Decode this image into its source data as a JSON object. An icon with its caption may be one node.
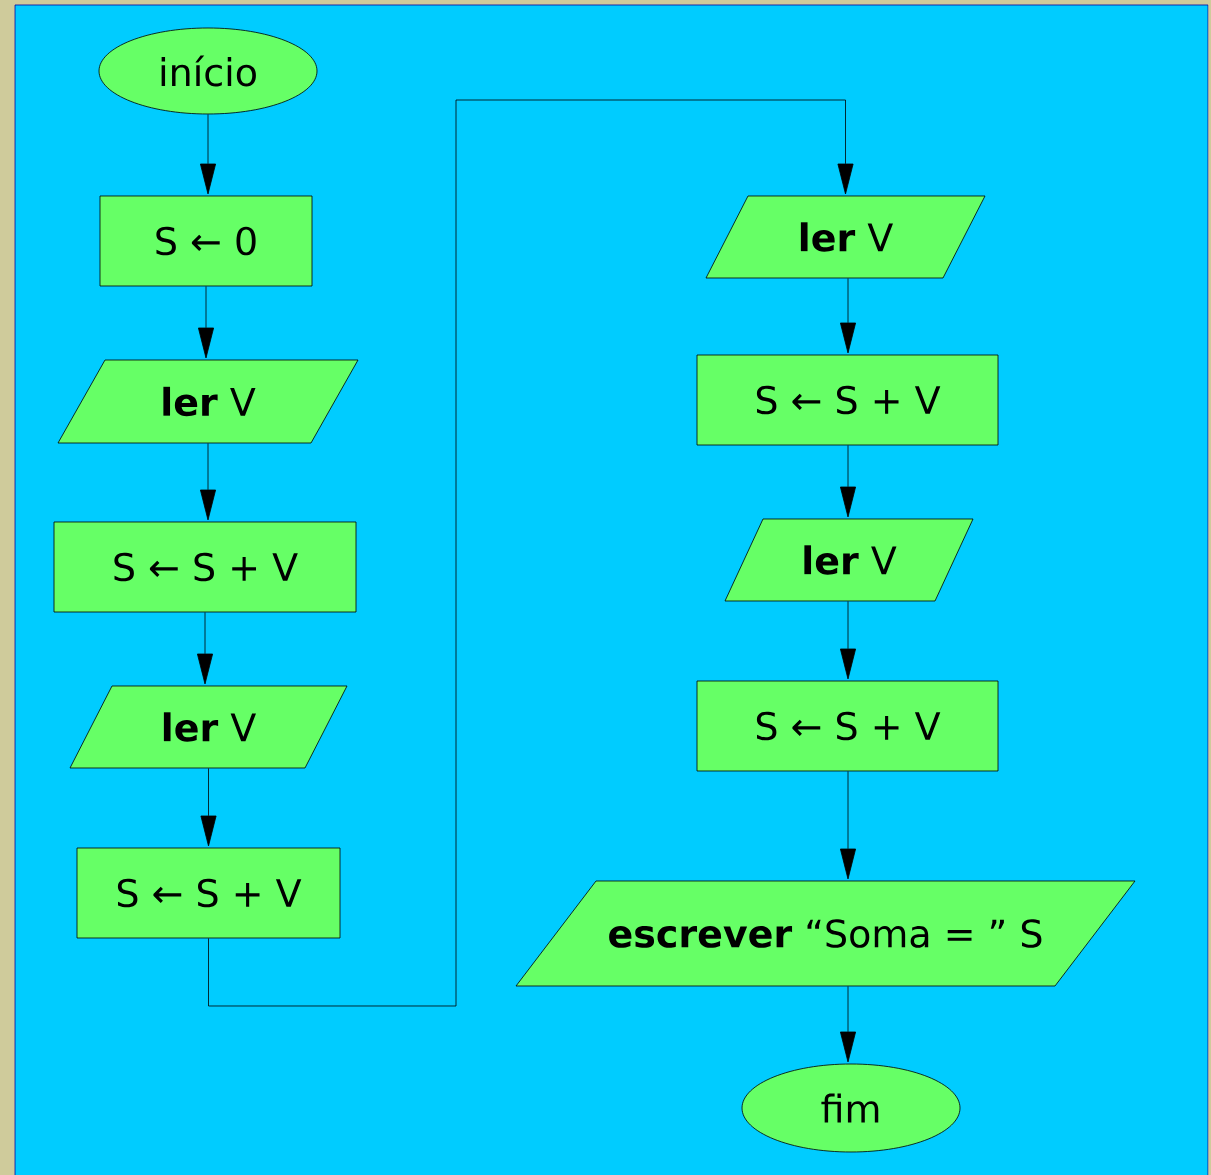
{
  "diagram": {
    "nodes": [
      {
        "text": [
          "início"
        ]
      },
      {
        "text": [
          "S ← 0"
        ]
      },
      {
        "text": [
          "**ler** V"
        ]
      },
      {
        "text": [
          "S ← S + V"
        ]
      },
      {
        "text": [
          "**ler** V"
        ]
      },
      {
        "text": [
          "S ← S + V"
        ]
      },
      {
        "text": [
          "**ler** V"
        ]
      },
      {
        "text": [
          "S ← S + V"
        ]
      },
      {
        "text": [
          "**ler** V"
        ]
      },
      {
        "text": [
          "S ← S + V"
        ]
      },
      {
        "text": [
          "**escrever** “Soma = ” S"
        ]
      },
      {
        "text": [
          "fim"
        ]
      }
    ],
    "edges": [
      {
        "from": 0,
        "to": 1,
        "arrow": "to"
      },
      {
        "from": 1,
        "to": 2,
        "arrow": "to"
      },
      {
        "from": 2,
        "to": 3,
        "arrow": "to"
      },
      {
        "from": 3,
        "to": 4,
        "arrow": "to"
      },
      {
        "from": 4,
        "to": 5,
        "arrow": "to"
      },
      {
        "from": 5,
        "to": 6,
        "arrow": "to"
      },
      {
        "from": 6,
        "to": 7,
        "arrow": "to"
      },
      {
        "from": 7,
        "to": 8,
        "arrow": "to"
      },
      {
        "from": 8,
        "to": 9,
        "arrow": "to"
      },
      {
        "from": 9,
        "to": 10,
        "arrow": "to"
      },
      {
        "from": 10,
        "to": 11,
        "arrow": "to"
      }
    ]
  }
}
